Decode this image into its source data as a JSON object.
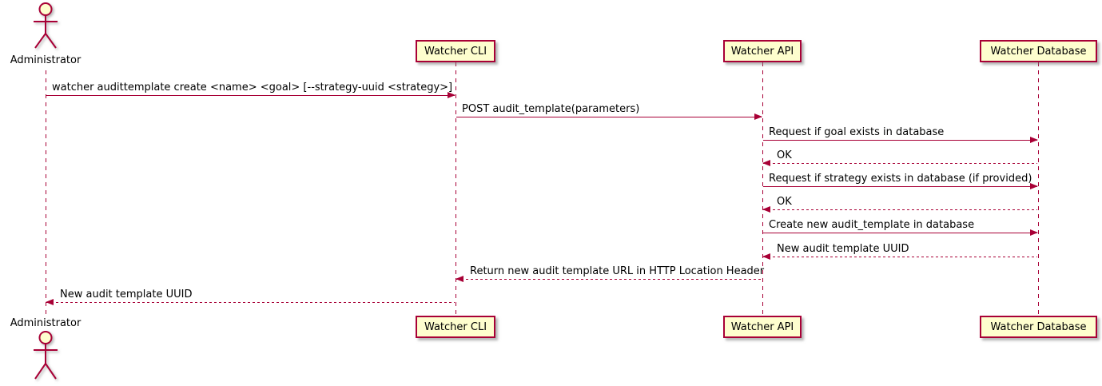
{
  "diagram": {
    "kind": "uml-sequence-diagram",
    "style": "plantuml-default"
  },
  "actors": {
    "administrator": {
      "label": "Administrator"
    }
  },
  "participants": [
    {
      "id": "watcher-cli",
      "label": "Watcher CLI"
    },
    {
      "id": "watcher-api",
      "label": "Watcher API"
    },
    {
      "id": "watcher-database",
      "label": "Watcher Database"
    }
  ],
  "messages": [
    {
      "from": "Administrator",
      "to": "Watcher CLI",
      "line": "solid",
      "direction": "right",
      "label": "watcher audittemplate create <name> <goal> [--strategy-uuid <strategy>]"
    },
    {
      "from": "Watcher CLI",
      "to": "Watcher API",
      "line": "solid",
      "direction": "right",
      "label": "POST audit_template(parameters)"
    },
    {
      "from": "Watcher API",
      "to": "Watcher Database",
      "line": "solid",
      "direction": "right",
      "label": "Request if goal exists in database"
    },
    {
      "from": "Watcher Database",
      "to": "Watcher API",
      "line": "dashed",
      "direction": "left",
      "label": "OK"
    },
    {
      "from": "Watcher API",
      "to": "Watcher Database",
      "line": "solid",
      "direction": "right",
      "label": "Request if strategy exists in database (if provided)"
    },
    {
      "from": "Watcher Database",
      "to": "Watcher API",
      "line": "dashed",
      "direction": "left",
      "label": "OK"
    },
    {
      "from": "Watcher API",
      "to": "Watcher Database",
      "line": "solid",
      "direction": "right",
      "label": "Create new audit_template in database"
    },
    {
      "from": "Watcher Database",
      "to": "Watcher API",
      "line": "dashed",
      "direction": "left",
      "label": "New audit template UUID"
    },
    {
      "from": "Watcher API",
      "to": "Watcher CLI",
      "line": "dashed",
      "direction": "left",
      "label": "Return new audit template URL in HTTP Location Header"
    },
    {
      "from": "Watcher CLI",
      "to": "Administrator",
      "line": "dashed",
      "direction": "left",
      "label": "New audit template UUID"
    }
  ],
  "colors": {
    "participant_fill": "#FEFECE",
    "border": "#A80036",
    "arrow": "#A80036",
    "text": "#000000",
    "background": "#FFFFFF"
  }
}
